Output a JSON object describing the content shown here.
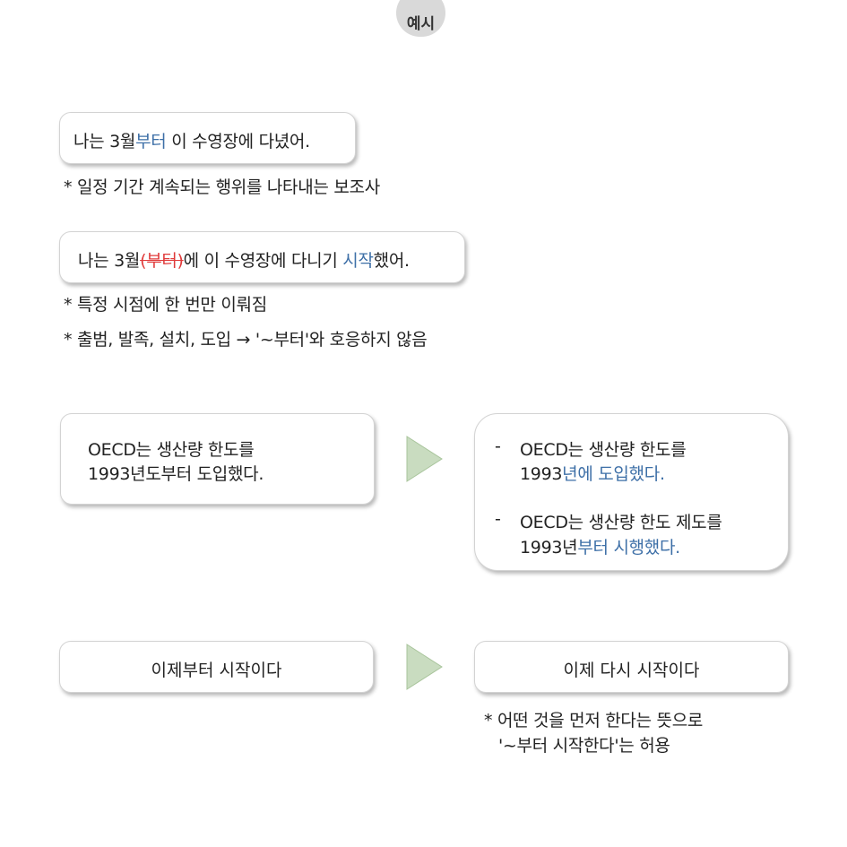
{
  "header": {
    "tab_label": "예시"
  },
  "example1": {
    "sentence": {
      "before": "나는 3월",
      "highlight": "부터",
      "after": " 이 수영장에 다녔어."
    },
    "note": "* 일정 기간 계속되는 행위를 나타내는 보조사"
  },
  "example2": {
    "sentence": {
      "before": "나는 3월",
      "struck": "(부터)",
      "middle": "에 이 수영장에 다니기 ",
      "highlight": "시작",
      "after": "했어."
    },
    "notes": [
      "* 특정 시점에 한 번만 이뤄짐",
      "* 출범, 발족, 설치, 도입 → '~부터'와 호응하지 않음"
    ]
  },
  "example3": {
    "original": {
      "line1": "OECD는 생산량 한도를",
      "line2": "1993년도부터 도입했다."
    },
    "corrected": [
      {
        "dash": "-",
        "line1": "OECD는 생산량 한도를",
        "line2_plain": "1993",
        "line2_highlight": "년에 도입했다."
      },
      {
        "dash": "-",
        "line1": "OECD는 생산량 한도 제도를",
        "line2_plain": "1993년",
        "line2_highlight": "부터 시행했다."
      }
    ]
  },
  "example4": {
    "original": "이제부터 시작이다",
    "corrected": "이제 다시 시작이다",
    "note_line1": "* 어떤 것을 먼저 한다는 뜻으로",
    "note_line2": "'~부터 시작한다'는 허용"
  },
  "colors": {
    "highlight_blue": "#3d6fa7",
    "strike_red": "#e03a3a",
    "arrow_green": "#c9dcc0",
    "tab_gray": "#d9d9d9"
  }
}
